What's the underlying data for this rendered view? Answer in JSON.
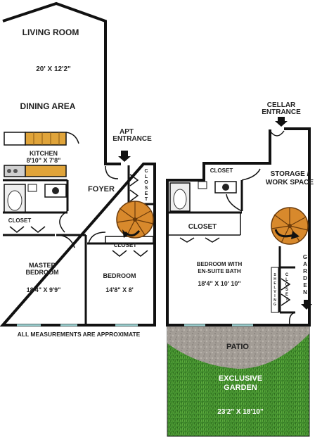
{
  "rooms": {
    "living_room": {
      "name": "LIVING ROOM",
      "dims": "20' X 12'2\""
    },
    "dining_area": {
      "name": "DINING AREA"
    },
    "kitchen": {
      "name": "KITCHEN",
      "dims": "8'10\" X 7'8\""
    },
    "foyer": {
      "name": "FOYER"
    },
    "master_bedroom": {
      "name_line1": "MASTER",
      "name_line2": "BEDROOM",
      "dims": "18'4\" X 9'9\""
    },
    "bedroom": {
      "name": "BEDROOM",
      "dims": "14'8\" X 8'"
    },
    "ensuite_bedroom": {
      "name_line1": "BEDROOM WITH",
      "name_line2": "EN-SUITE BATH",
      "dims": "18'4\" X 10' 10\""
    },
    "storage": {
      "name_line1": "STORAGE /",
      "name_line2": "WORK SPACE"
    },
    "patio": {
      "name": "PATIO"
    },
    "garden": {
      "name_line1": "EXCLUSIVE",
      "name_line2": "GARDEN",
      "dims": "23'2\" X 18'10\""
    }
  },
  "labels": {
    "apt_entrance_1": "APT",
    "apt_entrance_2": "ENTRANCE",
    "cellar_entrance_1": "CELLAR",
    "cellar_entrance_2": "ENTRANCE",
    "closet": "CLOSET",
    "closet_vertical": [
      "C",
      "L",
      "O",
      "S",
      "E",
      "T"
    ],
    "garden_vertical": [
      "G",
      "A",
      "R",
      "D",
      "E",
      "N"
    ],
    "shelving_vertical": [
      "S",
      "H",
      "E",
      "L",
      "V",
      "I",
      "N",
      "G"
    ],
    "footnote": "ALL MEASUREMENTS ARE APPROXIMATE"
  },
  "colors": {
    "wall": "#111111",
    "grass": "#3f8a2c",
    "patio": "#a39d96",
    "counter": "#e0a43a",
    "label_light": "#ffffff"
  }
}
